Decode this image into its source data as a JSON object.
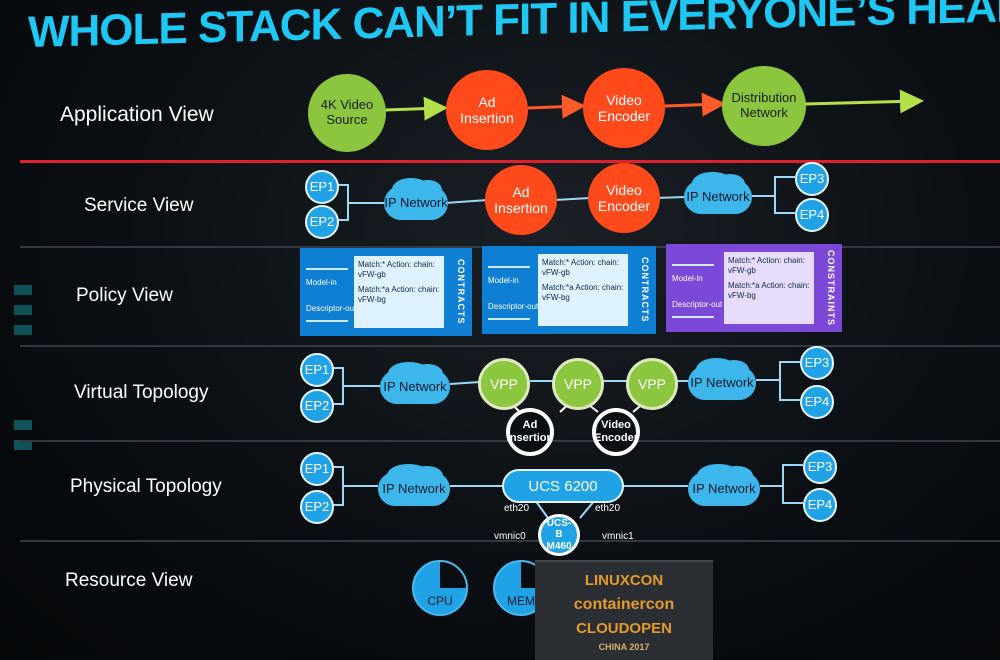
{
  "title": "WHOLE STACK CAN’T FIT IN EVERYONE’S HEAD",
  "rows": {
    "application": "Application View",
    "service": "Service View",
    "policy": "Policy View",
    "virtual": "Virtual Topology",
    "physical": "Physical Topology",
    "resource": "Resource View"
  },
  "application": {
    "source": "4K Video Source",
    "ad": "Ad Insertion",
    "encoder": "Video Encoder",
    "distribution": "Distribution Network"
  },
  "service": {
    "ep1": "EP1",
    "ep2": "EP2",
    "ep3": "EP3",
    "ep4": "EP4",
    "ip_left": "IP Network",
    "ip_right": "IP Network",
    "ad": "Ad Insertion",
    "encoder": "Video Encoder"
  },
  "policy": {
    "model_in": "Model-in",
    "descriptor_out": "Descriptor-out",
    "contracts": "CONTRACTS",
    "constraints": "CONSTRAINTS",
    "rule1": "Match:* Action: chain: vFW-gb",
    "rule2": "Match:*a Action: chain: vFW-bg"
  },
  "virtual": {
    "ep1": "EP1",
    "ep2": "EP2",
    "ep3": "EP3",
    "ep4": "EP4",
    "ip_left": "IP Network",
    "ip_right": "IP Network",
    "vpp": "VPP",
    "ad": "Ad Insertion",
    "encoder": "Video Encoder"
  },
  "physical": {
    "ep1": "EP1",
    "ep2": "EP2",
    "ep3": "EP3",
    "ep4": "EP4",
    "ip_left": "IP Network",
    "ip_right": "IP Network",
    "ucs": "UCS 6200",
    "eth_left": "eth20",
    "eth_right": "eth20",
    "vmnic0": "vmnic0",
    "vmnic1": "vmnic1",
    "blade": "UCS-B M460"
  },
  "resource": {
    "cpu": "CPU",
    "mem": "MEM",
    "cpu_fill": 0.75,
    "mem_fill": 0.75
  },
  "podium": {
    "line1": "LINUXCON",
    "line2": "containercon",
    "line3": "CLOUDOPEN",
    "line4": "CHINA 2017"
  },
  "colors": {
    "title": "#1ec8f5",
    "green": "#8cc63f",
    "red": "#ff4a1c",
    "blue": "#1fa2e6",
    "purple": "#7b48d8",
    "separator_red": "#e0202a"
  }
}
